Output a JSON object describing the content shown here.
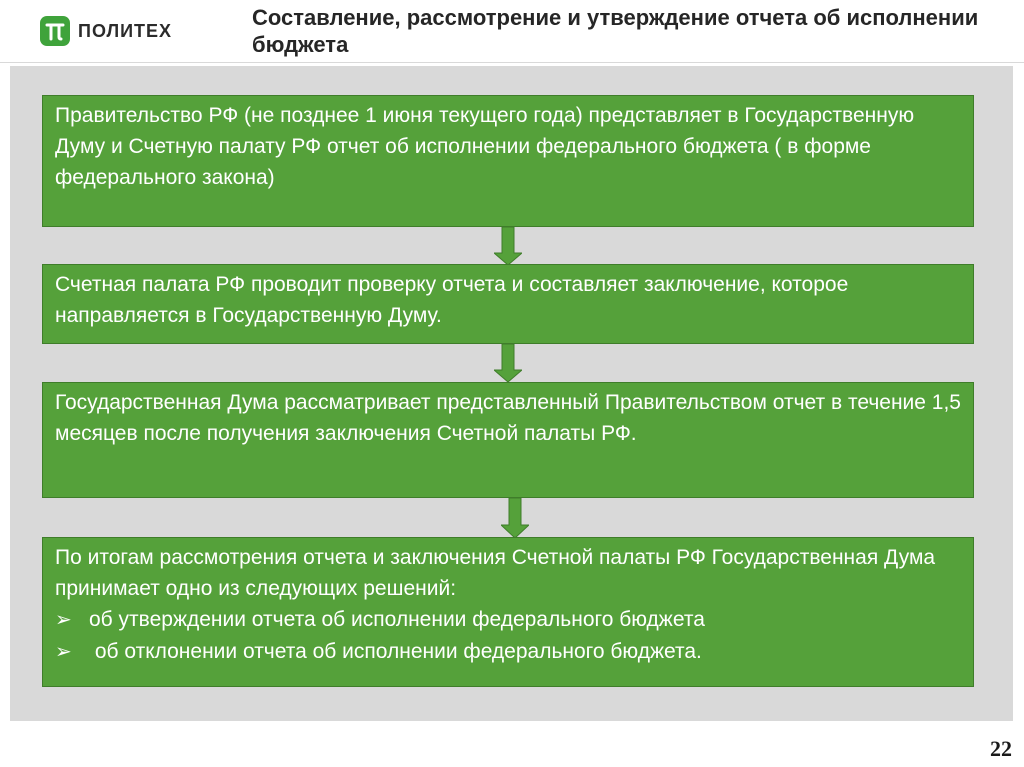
{
  "header": {
    "logo_text": "ПОЛИТЕХ",
    "title": "Составление, рассмотрение и утверждение отчета об исполнении бюджета"
  },
  "colors": {
    "box_fill": "#55a13a",
    "box_border": "#3f7d2a",
    "arrow_fill": "#55a13a",
    "slide_background": "#d9d9d9",
    "logo_green": "#3fa33b"
  },
  "steps": [
    {
      "text": "Правительство РФ (не позднее 1 июня текущего года) представляет в Государственную Думу и Счетную палату РФ отчет об исполнении федерального бюджета ( в форме федерального закона)"
    },
    {
      "text": "Счетная палата РФ проводит проверку отчета и составляет заключение, которое направляется в Государственную Думу."
    },
    {
      "text": "Государственная Дума рассматривает представленный Правительством отчет в течение 1,5 месяцев после получения заключения Счетной палаты РФ."
    },
    {
      "text": "По итогам рассмотрения отчета и заключения Счетной палаты РФ Государственная Дума принимает одно из следующих решений:",
      "bullet_marker": "➢",
      "bullets": [
        "об утверждении отчета об исполнении федерального бюджета",
        " об отклонении отчета об исполнении федерального бюджета."
      ]
    }
  ],
  "footer": {
    "page_number": "22"
  }
}
